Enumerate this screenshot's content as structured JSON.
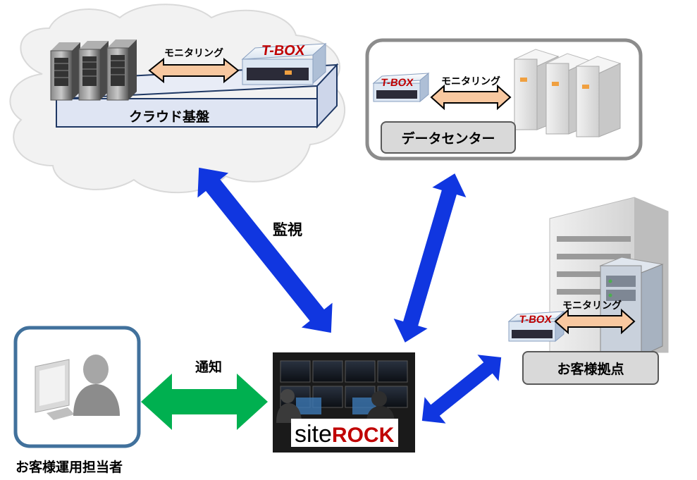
{
  "cloud": {
    "platform_label": "クラウド基盤",
    "monitoring_label": "モニタリング",
    "tbox_label": "T-BOX"
  },
  "datacenter": {
    "label": "データセンター",
    "monitoring_label": "モニタリング",
    "tbox_label": "T-BOX"
  },
  "customer_site": {
    "label": "お客様拠点",
    "monitoring_label": "モニタリング",
    "tbox_label": "T-BOX"
  },
  "operator": {
    "label": "お客様運用担当者"
  },
  "center": {
    "logo_prefix": "site",
    "logo_suffix": "ROCK"
  },
  "connections": {
    "watch_label": "監視",
    "notify_label": "通知"
  },
  "colors": {
    "blue_arrow": "#1036e0",
    "green_arrow": "#00b050",
    "orange_arrow": "#f8c8a0",
    "tbox_red": "#c00000",
    "frame_gray": "#8c8c8c",
    "operator_frame": "#41719c"
  }
}
